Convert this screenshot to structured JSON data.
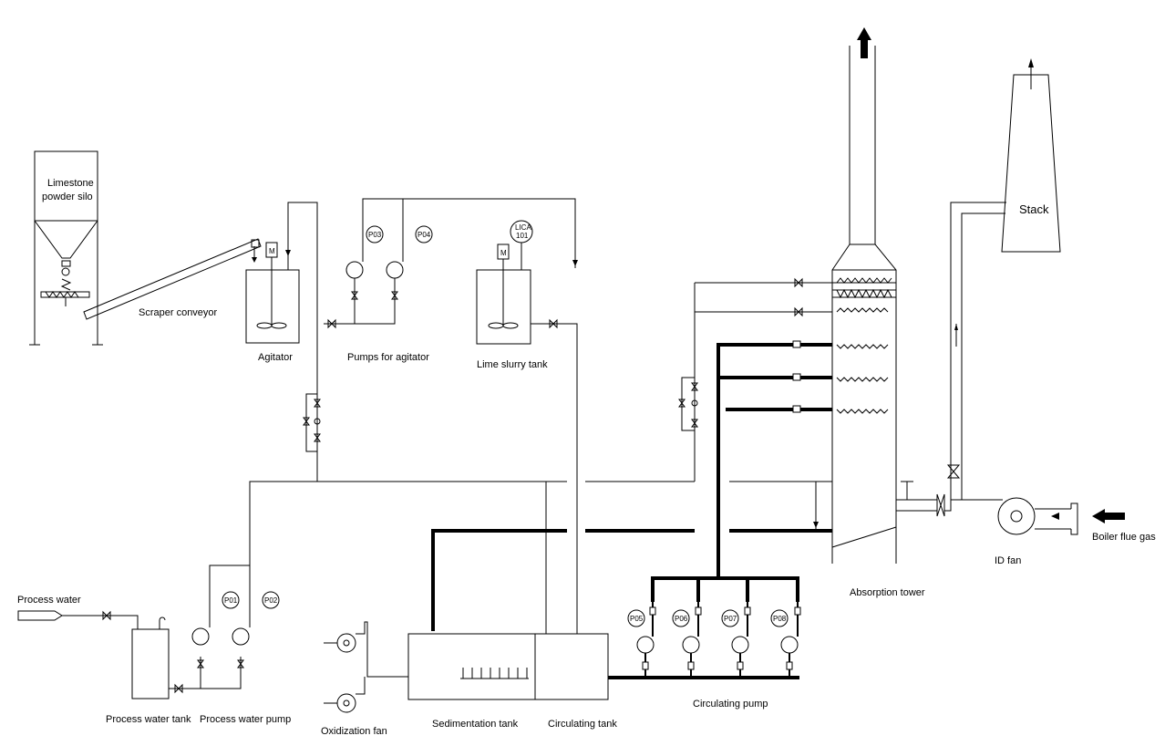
{
  "labels": {
    "limestone_silo_1": "Limestone",
    "limestone_silo_2": "powder silo",
    "scraper_conveyor": "Scraper conveyor",
    "agitator": "Agitator",
    "pumps_for_agitator": "Pumps for agitator",
    "lime_slurry_tank": "Lime slurry tank",
    "process_water": "Process water",
    "process_water_tank": "Process water tank",
    "process_water_pump": "Process water pump",
    "oxidization_fan": "Oxidization fan",
    "sedimentation_tank": "Sedimentation tank",
    "circulating_tank": "Circulating tank",
    "circulating_pump": "Circulating pump",
    "absorption_tower": "Absorption tower",
    "stack": "Stack",
    "id_fan": "ID fan",
    "boiler_flue_gas": "Boiler flue gas"
  },
  "tags": {
    "p01": "P01",
    "p02": "P02",
    "p03": "P03",
    "p04": "P04",
    "p05": "P05",
    "p06": "P06",
    "p07": "P07",
    "p08": "P08",
    "lica_1": "LICA",
    "lica_2": "101",
    "motor": "M"
  }
}
